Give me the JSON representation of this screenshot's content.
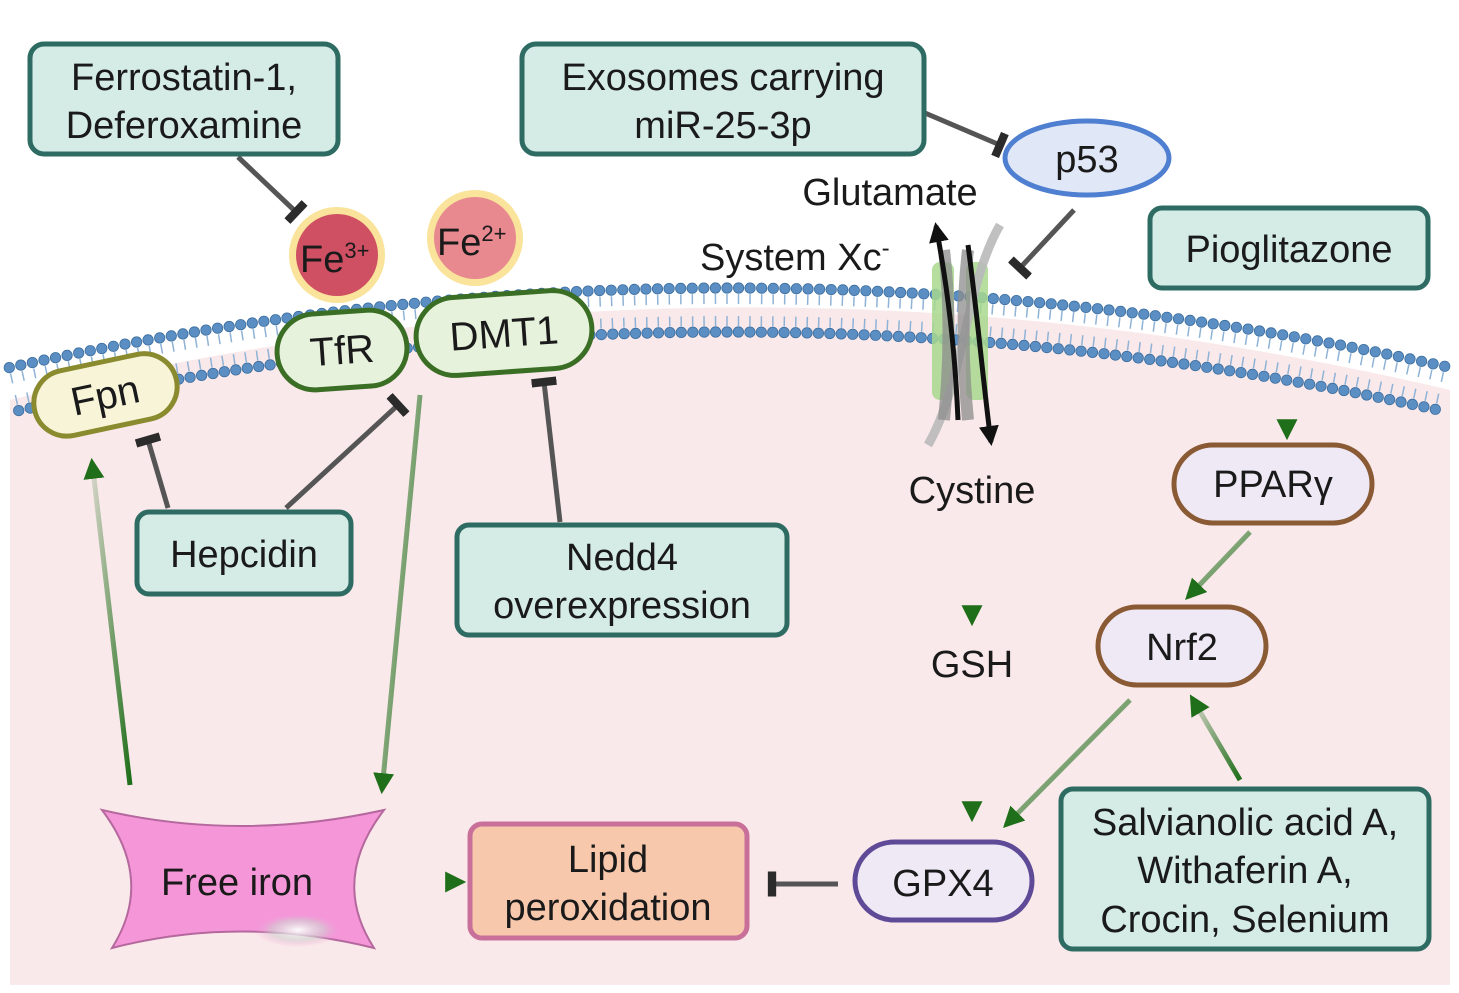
{
  "drugs": {
    "ferrostatin_line1": "Ferrostatin-1,",
    "ferrostatin_line2": "Deferoxamine",
    "exosomes_line1": "Exosomes carrying",
    "exosomes_line2": "miR-25-3p",
    "pioglitazone": "Pioglitazone",
    "hepcidin": "Hepcidin",
    "nedd4_line1": "Nedd4",
    "nedd4_line2": "overexpression",
    "salvianolic_line1": "Salvianolic acid A,",
    "salvianolic_line2": "Withaferin A,",
    "salvianolic_line3": "Crocin, Selenium"
  },
  "ions": {
    "fe3_base": "Fe",
    "fe3_charge": "3+",
    "fe2_base": "Fe",
    "fe2_charge": "2+"
  },
  "proteins": {
    "fpn": "Fpn",
    "tfr": "TfR",
    "dmt1": "DMT1",
    "p53": "p53",
    "ppar": "PPARγ",
    "nrf2": "Nrf2",
    "gpx4": "GPX4"
  },
  "metabolites": {
    "glutamate": "Glutamate",
    "system_base": "System Xc",
    "system_charge": "-",
    "cystine": "Cystine",
    "gsh": "GSH",
    "free_iron": "Free iron",
    "lipid_line1": "Lipid",
    "lipid_line2": "peroxidation"
  },
  "colors": {
    "activation_arrow": "#1f6e1a",
    "inhibition_bar": "#333333",
    "cytoplasm": "#fae9ea",
    "membrane_head": "#5b8fc4",
    "drug_box_fill": "#d4ebe6",
    "drug_box_stroke": "#2e6b62",
    "fe3_fill": "#cf4f63",
    "fe2_fill": "#e8888f",
    "ion_halo": "#f8d97a",
    "free_iron_fill": "#f596d9",
    "lipid_fill": "#f8c8ac",
    "p53_stroke": "#4f7fd0"
  }
}
